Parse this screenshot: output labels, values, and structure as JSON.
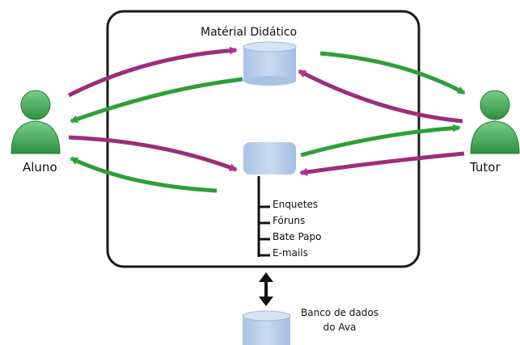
{
  "diagram": {
    "title": "Matérial Didático",
    "actors": {
      "left": "Aluno",
      "right": "Tutor"
    },
    "tools": [
      "Enquetes",
      "Fóruns",
      "Bate Papo",
      "E-mails"
    ],
    "database": {
      "line1": "Banco de dados",
      "line2": "do Ava"
    },
    "colors": {
      "frame": "#1a1a1a",
      "cylinder_fill": "#b8cfe8",
      "cylinder_stroke": "#8fb0d4",
      "person_green": "#3fae55",
      "arrow_purple": "#9a2f7b",
      "arrow_green": "#2f9e3a"
    },
    "icons": [
      "person-icon",
      "database-cylinder-icon",
      "double-arrow-icon"
    ]
  }
}
